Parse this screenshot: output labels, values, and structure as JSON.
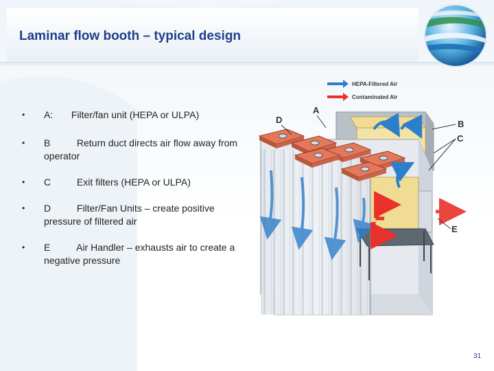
{
  "title": "Laminar flow booth – typical design",
  "bullets": [
    {
      "key": "A:",
      "text": "Filter/fan unit (HEPA or ULPA)"
    },
    {
      "key": "B",
      "text": "Return duct directs air flow away from operator"
    },
    {
      "key": "C",
      "text": "Exit filters (HEPA or ULPA)"
    },
    {
      "key": "D",
      "text": "Filter/Fan Units – create positive pressure of filtered air"
    },
    {
      "key": "E",
      "text": "Air Handler – exhausts air to create a negative pressure"
    }
  ],
  "bullet_symbol": "•",
  "figure": {
    "legend": {
      "hepa_label": "HEPA-Filtered Air",
      "contaminated_label": "Contaminated Air",
      "hepa_color": "#2e7fc9",
      "contaminated_color": "#e8312a"
    },
    "labels": {
      "a": "A",
      "b": "B",
      "c": "C",
      "d": "D",
      "e": "E"
    }
  },
  "page_number": "31",
  "colors": {
    "title": "#1e3f8a",
    "filter_unit": "#e5775a",
    "exit_filter": "#f0dd93"
  },
  "icons": {
    "logo": "globe-logo-icon"
  }
}
